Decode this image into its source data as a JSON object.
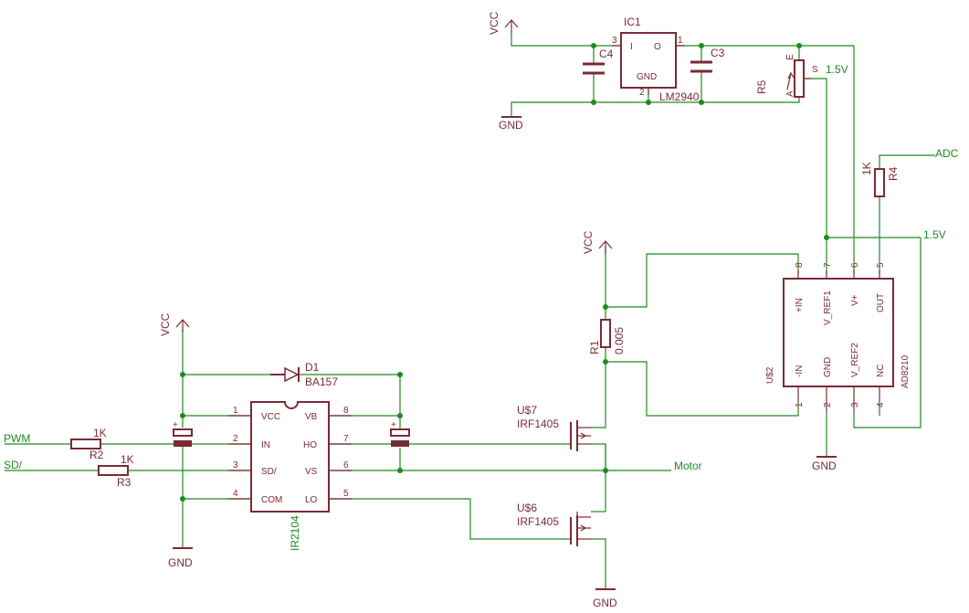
{
  "labels": {
    "vcc": "VCC",
    "gnd": "GND",
    "ic1": "IC1",
    "ic1_pin_i": "I",
    "ic1_pin_o": "O",
    "ic1_pin_gnd": "GND",
    "ic1_part": "LM2940",
    "c4": "C4",
    "c3": "C3",
    "r5": "R5",
    "r5_e": "E",
    "r5_s": "S",
    "r5_a": "A",
    "v1_5_top": "1.5V",
    "v1_5_right": "1.5V",
    "adc": "ADC",
    "r4": "R4",
    "r4_val": "1K",
    "r1": "R1",
    "r1_val": "0.005",
    "us2": "U$2",
    "ad_part": "AD8210",
    "ad_pin_in_p": "+IN",
    "ad_pin_vref1": "V_REF1",
    "ad_pin_vplus": "V+",
    "ad_pin_out": "OUT",
    "ad_pin_in_n": "-IN",
    "ad_pin_gnd": "GND",
    "ad_pin_vref2": "V_REF2",
    "ad_pin_nc": "NC",
    "us7": "U$7",
    "us7_part": "IRF1405",
    "us6": "U$6",
    "us6_part": "IRF1405",
    "motor": "Motor",
    "d1": "D1",
    "d1_part": "BA157",
    "pwm": "PWM",
    "sd": "SD/",
    "r2": "R2",
    "r2_val": "1K",
    "r3": "R3",
    "r3_val": "1K",
    "ir_part": "IR2104",
    "ir_vcc": "VCC",
    "ir_in": "IN",
    "ir_sd": "SD/",
    "ir_com": "COM",
    "ir_vb": "VB",
    "ir_ho": "HO",
    "ir_vs": "VS",
    "ir_lo": "LO",
    "plus": "+",
    "n1": "1",
    "n2": "2",
    "n3": "3",
    "n4": "4",
    "n5": "5",
    "n6": "6",
    "n7": "7",
    "n8": "8"
  },
  "colors": {
    "wire": "#1f8a1f",
    "component": "#7a2b34"
  }
}
